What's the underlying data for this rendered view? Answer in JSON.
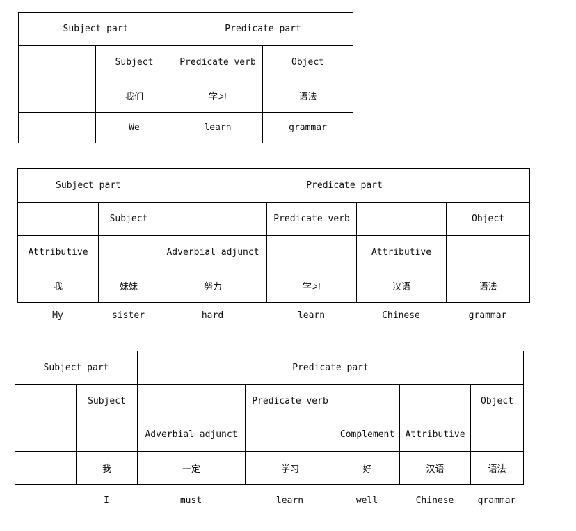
{
  "table1": {
    "header": [
      "Subject part",
      "Predicate part"
    ],
    "roles": [
      "",
      "Subject",
      "Predicate verb",
      "Object"
    ],
    "chinese": [
      "",
      "我们",
      "学习",
      "语法"
    ],
    "english": [
      "",
      "We",
      "learn",
      "grammar"
    ]
  },
  "table2": {
    "header": [
      "Subject part",
      "Predicate part"
    ],
    "roles": [
      "",
      "Subject",
      "",
      "Predicate verb",
      "",
      "Object"
    ],
    "modifiers": [
      "Attributive",
      "",
      "Adverbial adjunct",
      "",
      "Attributive",
      ""
    ],
    "chinese": [
      "我",
      "妹妹",
      "努力",
      "学习",
      "汉语",
      "语法"
    ],
    "translation": [
      "My",
      "sister",
      "hard",
      "learn",
      "Chinese",
      "grammar"
    ]
  },
  "table3": {
    "header": [
      "Subject part",
      "Predicate part"
    ],
    "roles": [
      "",
      "Subject",
      "",
      "Predicate verb",
      "",
      "",
      "Object"
    ],
    "modifiers": [
      "",
      "",
      "Adverbial adjunct",
      "",
      "Complement",
      "Attributive",
      ""
    ],
    "chinese": [
      "",
      "我",
      "一定",
      "学习",
      "好",
      "汉语",
      "语法"
    ],
    "translation": [
      "",
      "I",
      "must",
      "learn",
      "well",
      "Chinese",
      "grammar"
    ]
  }
}
